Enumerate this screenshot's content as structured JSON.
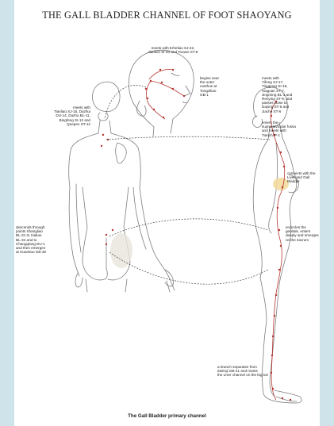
{
  "title": "THE GALL BLADDER CHANNEL OF FOOT SHAOYANG",
  "caption": "The Gall Bladder primary channel",
  "annotations": {
    "meets_top": "meets with Erheliao SJ-22,\nJianwei SI-20 and Touwei ST-8",
    "begins": "begins near\nthe outer\ncanthus at\nTongziliao\nGB-1",
    "meets_left": "meets with\nTianliao SJ-15, Dazhui\nDU-14, Dazhu BL-11,\nBingfeng SI-12 and\nQuepen ST-12",
    "meets_right": "meets with\nYifeng SJ-17,\nTinggong SI-19,\nXiaguan ST-7,\nJingming BL-1 and\nRenying ST-9, and\npasses close to\nDaying ST-5 and\nJiache ST-6",
    "enters": "enters the\nsupraclavicular fossa\nand meets with\nTianchi P-1",
    "connects": "connects with the\nLiver and Gall\nBladder",
    "descends": "descends through\npoints Shangliao\nBL-31 to Xialiao\nBL-34 and to\nChangqiang DU-1\nand then emerges\nat Huantiao GB-30",
    "encircles": "encircles the\ngenitals, enters\ndeeply and emerges\non the sacrum",
    "branch": "a branch separates from\nZulinqi GB-41 and meets\nthe Liver channel on the big toe"
  },
  "colors": {
    "background": "#d6e7ee",
    "page": "#ffffff",
    "outline": "#7d7d7d",
    "channel_point": "#b5342f",
    "organ_highlight": "#f3dca0"
  }
}
